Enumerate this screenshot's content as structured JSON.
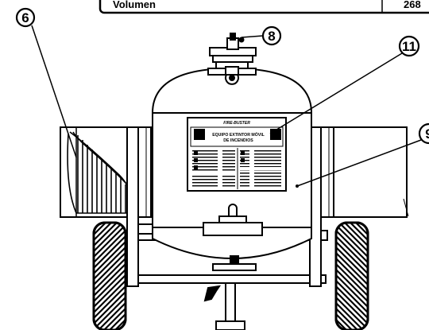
{
  "header": {
    "label": "Volumen",
    "value": "268"
  },
  "label_panel": {
    "brand": "FIRE-BUSTER",
    "title_line1": "EQUIPO EXTINTOR MÓVIL",
    "title_line2": "DE INCENDIOS"
  },
  "callouts": [
    {
      "number": "6"
    },
    {
      "number": "8"
    },
    {
      "number": "11"
    },
    {
      "number": "9"
    }
  ]
}
